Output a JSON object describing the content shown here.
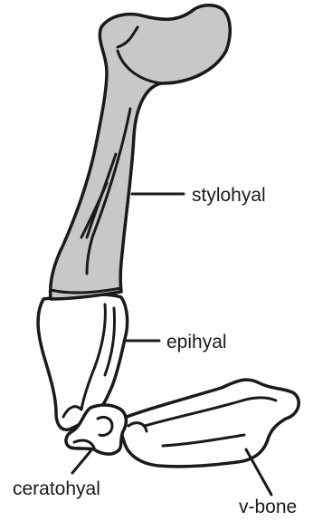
{
  "labels": {
    "stylohyal": "stylohyal",
    "epihyal": "epihyal",
    "ceratohyal": "ceratohyal",
    "v_bone": "v-bone"
  },
  "colors": {
    "stylohyal_fill": "#c8c8c8",
    "other_bone_fill": "#ffffff",
    "outline": "#1a1a1a"
  }
}
